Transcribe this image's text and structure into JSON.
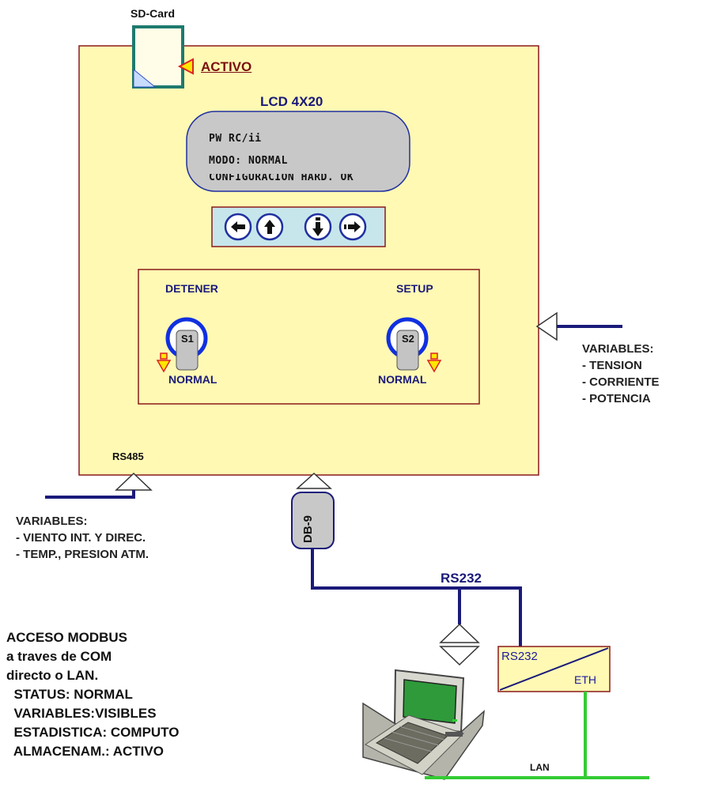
{
  "sdcard": {
    "label": "SD-Card",
    "status": "ACTIVO"
  },
  "lcd": {
    "title": "LCD 4X20",
    "lines": [
      "PW RC/ii",
      "MODO: NORMAL",
      "CONFIGURACION HARD. OK"
    ]
  },
  "keypad": {
    "buttons": [
      "left",
      "up",
      "down",
      "right"
    ]
  },
  "switches": [
    {
      "name": "DETENER",
      "id": "S1",
      "state": "NORMAL"
    },
    {
      "name": "SETUP",
      "id": "S2",
      "state": "NORMAL"
    }
  ],
  "ports": {
    "rs485": "RS485",
    "db9": "DB-9",
    "rs232": "RS232"
  },
  "right_vars": {
    "title": "VARIABLES:",
    "items": [
      "- TENSION",
      "- CORRIENTE",
      "- POTENCIA"
    ]
  },
  "left_vars": {
    "title": "VARIABLES:",
    "items": [
      "- VIENTO INT. Y DIREC.",
      "- TEMP., PRESION ATM."
    ]
  },
  "modbus": {
    "lines": [
      "ACCESO MODBUS",
      "a traves de COM",
      "directo o LAN.",
      "  STATUS: NORMAL",
      "  VARIABLES:VISIBLES",
      "  ESTADISTICA: COMPUTO",
      "  ALMACENAM.: ACTIVO"
    ]
  },
  "converter": {
    "top": "RS232",
    "bottom": "ETH"
  },
  "lan": {
    "label": "LAN"
  },
  "colors": {
    "panel": "#fff9b4",
    "border": "#8b1a1a",
    "cable": "#1a1a7a",
    "lan": "#33cc33",
    "sd": "#1e7a6e",
    "lcd": "#c8c8c8",
    "keypad": "#c6e6ec"
  }
}
